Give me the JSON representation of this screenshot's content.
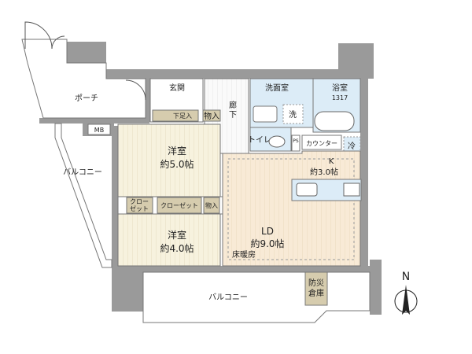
{
  "rooms": {
    "porch": "ポーチ",
    "entrance": "玄関",
    "shoe_storage": "下足入",
    "storage_1": "物入",
    "hallway_1": "廊",
    "hallway_2": "下",
    "washroom": "洗面室",
    "washer": "洗",
    "bathroom": "浴室",
    "bathroom_size": "1317",
    "toilet": "トイレ",
    "ps": "PS",
    "counter": "カウンター",
    "fridge": "冷",
    "kitchen": "K",
    "kitchen_size": "約3.0帖",
    "bedroom1": "洋室",
    "bedroom1_size": "約5.0帖",
    "closet_small_1": "クロー",
    "closet_small_2": "ゼット",
    "closet": "クローゼット",
    "storage_2": "物入",
    "bedroom2": "洋室",
    "bedroom2_size": "約4.0帖",
    "living": "LD",
    "living_size": "約9.0帖",
    "floor_heating": "床暖房",
    "balcony_side": "バルコニー",
    "balcony_bottom": "バルコニー",
    "disaster_storage_1": "防災",
    "disaster_storage_2": "倉庫",
    "meter_box": "MB"
  },
  "compass": {
    "north": "N"
  },
  "colors": {
    "wall": "#9a9a9a",
    "wet": "#dcecf7",
    "wood": "#f5efd9",
    "ld": "#f6e9d4",
    "storage": "#d6ccae"
  }
}
